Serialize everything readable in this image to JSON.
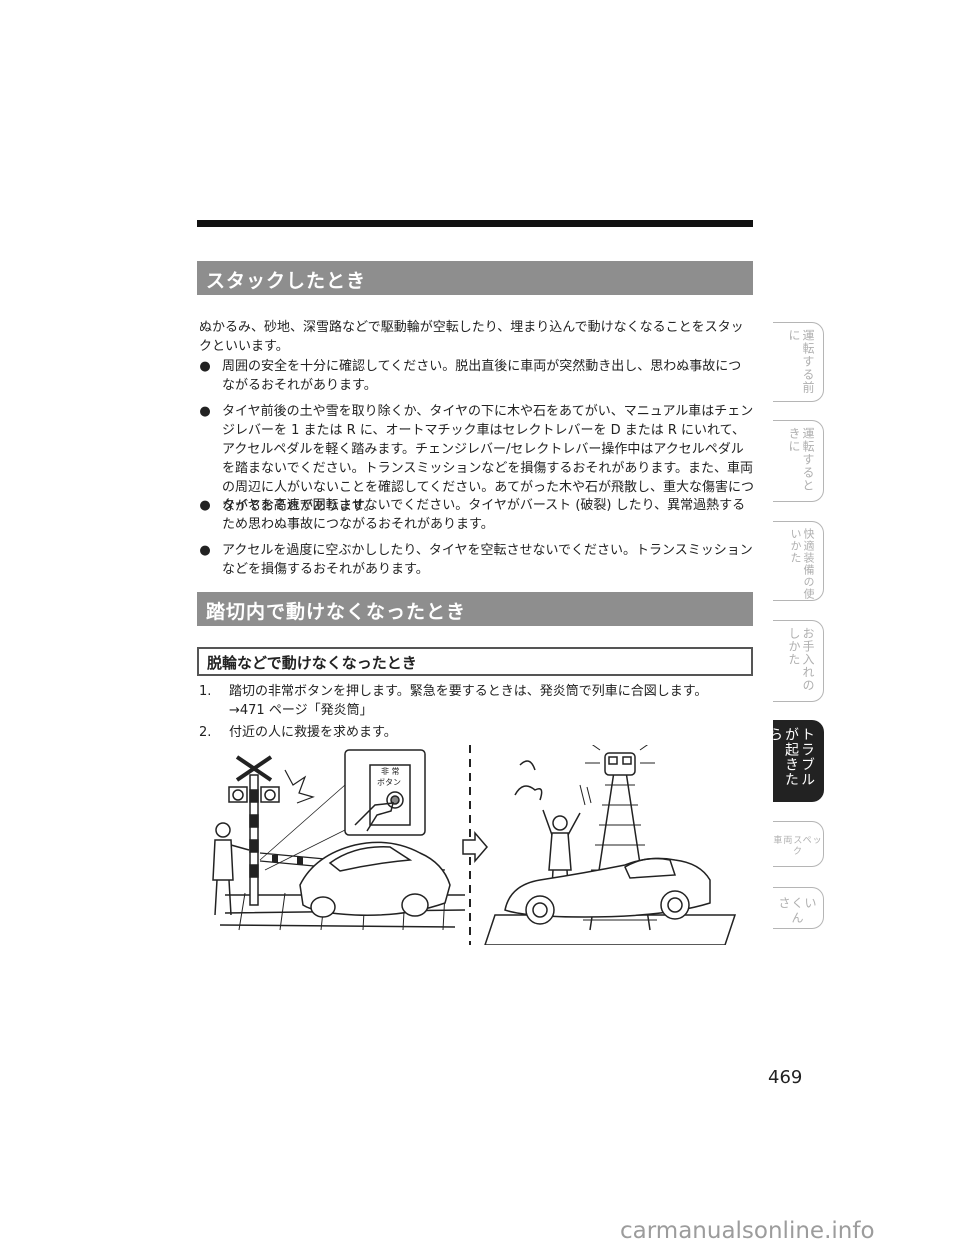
{
  "section1": {
    "title": "スタックしたとき",
    "intro": "ぬかるみ、砂地、深雪路などで駆動輪が空転したり、埋まり込んで動けなくなることをスタックといいます。",
    "bullets": [
      "周囲の安全を十分に確認してください。脱出直後に車両が突然動き出し、思わぬ事故につながるおそれがあります。",
      "タイヤ前後の土や雪を取り除くか、タイヤの下に木や石をあてがい、マニュアル車はチェンジレバーを 1 または R に、オートマチック車はセレクトレバーを D または R にいれて、アクセルペダルを軽く踏みます。チェンジレバー/セレクトレバー操作中はアクセルペダルを踏まないでください。トランスミッションなどを損傷するおそれがあります。また、車両の周辺に人がいないことを確認してください。あてがった木や石が飛散し、重大な傷害につながるおそれがあります。",
      "タイヤを高速で回転させないでください。タイヤがバースト (破裂) したり、異常過熱するため思わぬ事故につながるおそれがあります。",
      "アクセルを過度に空ぶかししたり、タイヤを空転させないでください。トランスミッションなどを損傷するおそれがあります。"
    ]
  },
  "section2": {
    "title": "踏切内で動けなくなったとき",
    "subtitle": "脱輪などで動けなくなったとき",
    "steps": [
      {
        "n": "1.",
        "text": "踏切の非常ボタンを押します。緊急を要するときは、発炎筒で列車に合図します。",
        "ref": "→471 ページ「発炎筒」"
      },
      {
        "n": "2.",
        "text": "付近の人に救援を求めます。"
      }
    ],
    "button_label_line1": "非 常",
    "button_label_line2": "ボタン"
  },
  "tabs": [
    {
      "label": "運転する前に",
      "active": false
    },
    {
      "label": "運転するときに",
      "active": false
    },
    {
      "label": "快適装備の使いかた",
      "active": false
    },
    {
      "label": "お手入れのしかた",
      "active": false
    },
    {
      "label": "トラブルが起きたら",
      "active": true
    },
    {
      "label": "車両スペック",
      "active": false
    },
    {
      "label": "さくいん",
      "active": false
    }
  ],
  "page_number": "469",
  "watermark": "carmanualsonline.info"
}
